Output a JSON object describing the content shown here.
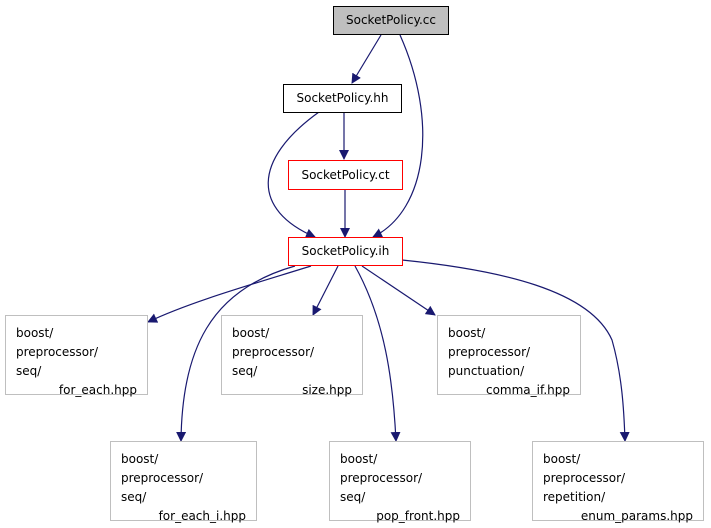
{
  "colors": {
    "edge": "#191970",
    "root_fill": "#bfbfbf",
    "node_border_default": "#000000",
    "node_border_highlight": "#ff0000",
    "node_border_external": "#bfbfbf"
  },
  "nodes": {
    "socketpolicy_cc": {
      "label": "SocketPolicy.cc"
    },
    "socketpolicy_hh": {
      "label": "SocketPolicy.hh"
    },
    "socketpolicy_ct": {
      "label": "SocketPolicy.ct"
    },
    "socketpolicy_ih": {
      "label": "SocketPolicy.ih"
    },
    "for_each": {
      "lines": [
        "boost/",
        "preprocessor/",
        "seq/",
        "for_each.hpp"
      ]
    },
    "size": {
      "lines": [
        "boost/",
        "preprocessor/",
        "seq/",
        "size.hpp"
      ]
    },
    "comma_if": {
      "lines": [
        "boost/",
        "preprocessor/",
        "punctuation/",
        "comma_if.hpp"
      ]
    },
    "for_each_i": {
      "lines": [
        "boost/",
        "preprocessor/",
        "seq/",
        "for_each_i.hpp"
      ]
    },
    "pop_front": {
      "lines": [
        "boost/",
        "preprocessor/",
        "seq/",
        "pop_front.hpp"
      ]
    },
    "enum_params": {
      "lines": [
        "boost/",
        "preprocessor/",
        "repetition/",
        "enum_params.hpp"
      ]
    }
  }
}
